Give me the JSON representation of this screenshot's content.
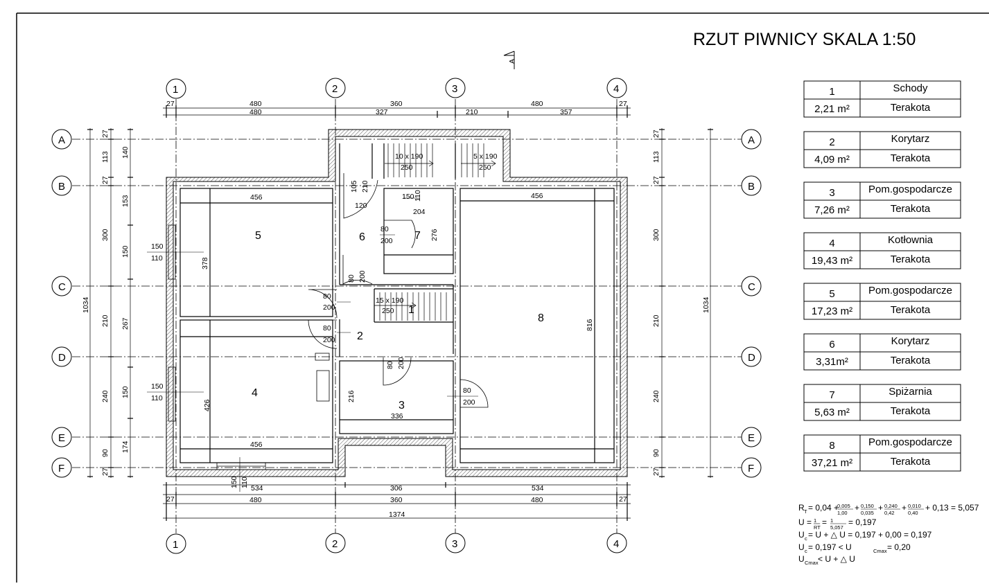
{
  "title": "RZUT PIWNICY SKALA 1:50",
  "section_mark": "A",
  "grid": {
    "columns": [
      "1",
      "2",
      "3",
      "4"
    ],
    "rows": [
      "A",
      "B",
      "C",
      "D",
      "E",
      "F"
    ]
  },
  "dims": {
    "top_outer": [
      "480",
      "360",
      "480"
    ],
    "top_inner": [
      "480",
      "327",
      "210",
      "357"
    ],
    "top_wall_l": "27",
    "top_wall_r": "27",
    "bottom_inner": [
      "534",
      "306",
      "534"
    ],
    "bottom_mid": [
      "480",
      "360",
      "480"
    ],
    "bottom_wall_l": "27",
    "bottom_wall_r": "27",
    "bottom_total": "1374",
    "left_total": "1034",
    "right_total": "1034",
    "left_chain1": [
      "27",
      "113",
      "27",
      "300",
      "210",
      "240",
      "90",
      "27"
    ],
    "left_chain2": [
      "140",
      "153",
      "150",
      "267",
      "150",
      "174"
    ],
    "right_chain": [
      "27",
      "113",
      "27",
      "300",
      "210",
      "240",
      "90",
      "27"
    ]
  },
  "rooms": {
    "r1": "1",
    "r2": "2",
    "r3": "3",
    "r4": "4",
    "r5": "5",
    "r6": "6",
    "r7": "7",
    "r8": "8"
  },
  "room_dims": {
    "r5_width": "456",
    "r5_height": "378",
    "r4_width": "456",
    "r4_height": "426",
    "r8_width": "456",
    "r8_height": "816",
    "r3_width": "336",
    "r3_height": "216",
    "r7_width": "204",
    "r7_height": "276",
    "stair_top_a": "10 x 190",
    "stair_top_a_len": "250",
    "stair_top_b": "5 x 190",
    "stair_top_b_len": "250",
    "stair_mid": "15 x 190",
    "stair_mid_len": "250",
    "win_l_top_a": "150",
    "win_l_top_b": "110",
    "win_l_bot_a": "150",
    "win_l_bot_b": "110",
    "win_bottom_a": "150",
    "win_bottom_b": "110",
    "win_r7_a": "150",
    "win_r7_b": "110",
    "door_r6_top_a": "105",
    "door_r6_top_b": "210",
    "door_r6_top_w": "120",
    "door_r7_a": "80",
    "door_r7_b": "200",
    "door_r6_low_a": "80",
    "door_r6_low_b": "200",
    "door_r5_a": "80",
    "door_r5_b": "200",
    "door_r4_a": "80",
    "door_r4_b": "200",
    "door_r3_a": "80",
    "door_r3_b": "200",
    "door_r8_a": "80",
    "door_r8_b": "200"
  },
  "legend": [
    {
      "num": "1",
      "name": "Schody",
      "area": "2,21 m²",
      "floor": "Terakota"
    },
    {
      "num": "2",
      "name": "Korytarz",
      "area": "4,09 m²",
      "floor": "Terakota"
    },
    {
      "num": "3",
      "name": "Pom.gospodarcze",
      "area": "7,26 m²",
      "floor": "Terakota"
    },
    {
      "num": "4",
      "name": "Kotłownia",
      "area": "19,43 m²",
      "floor": "Terakota"
    },
    {
      "num": "5",
      "name": "Pom.gospodarcze",
      "area": "17,23 m²",
      "floor": "Terakota"
    },
    {
      "num": "6",
      "name": "Korytarz",
      "area": "3,31m²",
      "floor": "Terakota"
    },
    {
      "num": "7",
      "name": "Spiżarnia",
      "area": "5,63 m²",
      "floor": "Terakota"
    },
    {
      "num": "8",
      "name": "Pom.gospodarcze",
      "area": "37,21 m²",
      "floor": "Terakota"
    }
  ],
  "formula": {
    "rt_prefix": "R",
    "rt_sub": "T",
    "rt_eq": " = 0,04 + ",
    "rt_fracs": [
      {
        "n": "0,005",
        "d": "1,00"
      },
      {
        "n": "0,150",
        "d": "0,035"
      },
      {
        "n": "0,240",
        "d": "0,42"
      },
      {
        "n": "0,010",
        "d": "0,40"
      }
    ],
    "rt_tail": " + 0,13 = 5,057",
    "u_line_a": "U = ",
    "u_frac_n": "1",
    "u_frac_d": "RT",
    "u_line_b": " = ",
    "u_frac2_n": "1",
    "u_frac2_d": "5,057",
    "u_line_c": " = 0,197",
    "uc_line1": "U",
    "uc_line1_sub": "c",
    "uc_line1_rest": " = U + △ U  = 0,197 + 0,00 = 0,197",
    "uc_line2": "U",
    "uc_line2_sub": "c",
    "uc_line2_mid": " = 0,197  <  U",
    "uc_line2_sub2": "Cmax",
    "uc_line2_rest": "  = 0,20",
    "uc_line3": "U",
    "uc_line3_sub": "Cmax",
    "uc_line3_rest": "  <  U + △ U"
  }
}
